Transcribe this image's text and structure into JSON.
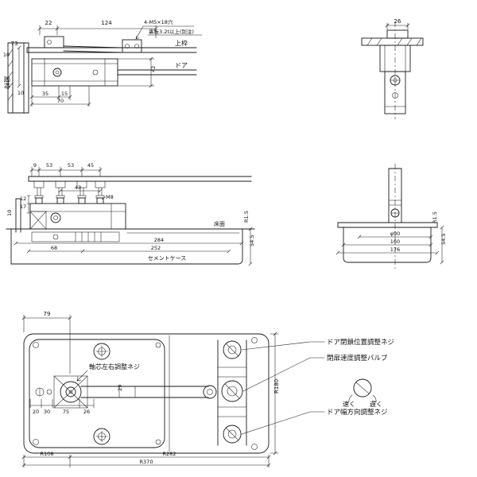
{
  "colors": {
    "background": "#ffffff",
    "line": "#1a1a1a"
  },
  "top_left_view": {
    "dims": {
      "d22": "22",
      "d124": "124",
      "d73": "73",
      "d42": "42",
      "d35": "35",
      "d15": "15",
      "d70": "70",
      "d10a": "10",
      "d10b": "10"
    },
    "notes": {
      "holes": "4-M5×18穴",
      "backplate": "裏板3.2t以上(別注)"
    },
    "labels": {
      "top_frame": "上枠",
      "door": "ドア",
      "side_frame": "縦枠"
    }
  },
  "top_right_view": {
    "dims": {
      "d26": "26"
    }
  },
  "mid_left_view": {
    "dims": {
      "d9": "9",
      "d53a": "53",
      "d53b": "53",
      "d45": "45",
      "d43": "43",
      "d12": "12",
      "d17": "17",
      "d10": "10",
      "d68": "68",
      "d252": "252",
      "d284": "284",
      "d545": "54.5",
      "r15": "R1.5"
    },
    "labels": {
      "m8": "M8",
      "cement_case": "セメントケース",
      "floor": "床面"
    }
  },
  "mid_right_view": {
    "dims": {
      "phi90": "φ90",
      "d160": "160",
      "d176": "176",
      "d545": "54.5",
      "r15": "R1.5"
    }
  },
  "plan_view": {
    "dims": {
      "d79": "79",
      "d20": "20",
      "d30": "30",
      "d75": "75",
      "d26": "26",
      "d29": "29",
      "r108": "R108",
      "r282": "R282",
      "r370": "R370",
      "r180": "R180"
    },
    "labels": {
      "axis_adjust": "軸芯左右調整ネジ"
    }
  },
  "callouts": {
    "close_position": "ドア閉鎖位置調整ネジ",
    "speed_valve": "閉扉速度調整バルブ",
    "width_adjust": "ドア幅方向調整ネジ",
    "fast": "速く",
    "slow": "遅く"
  }
}
